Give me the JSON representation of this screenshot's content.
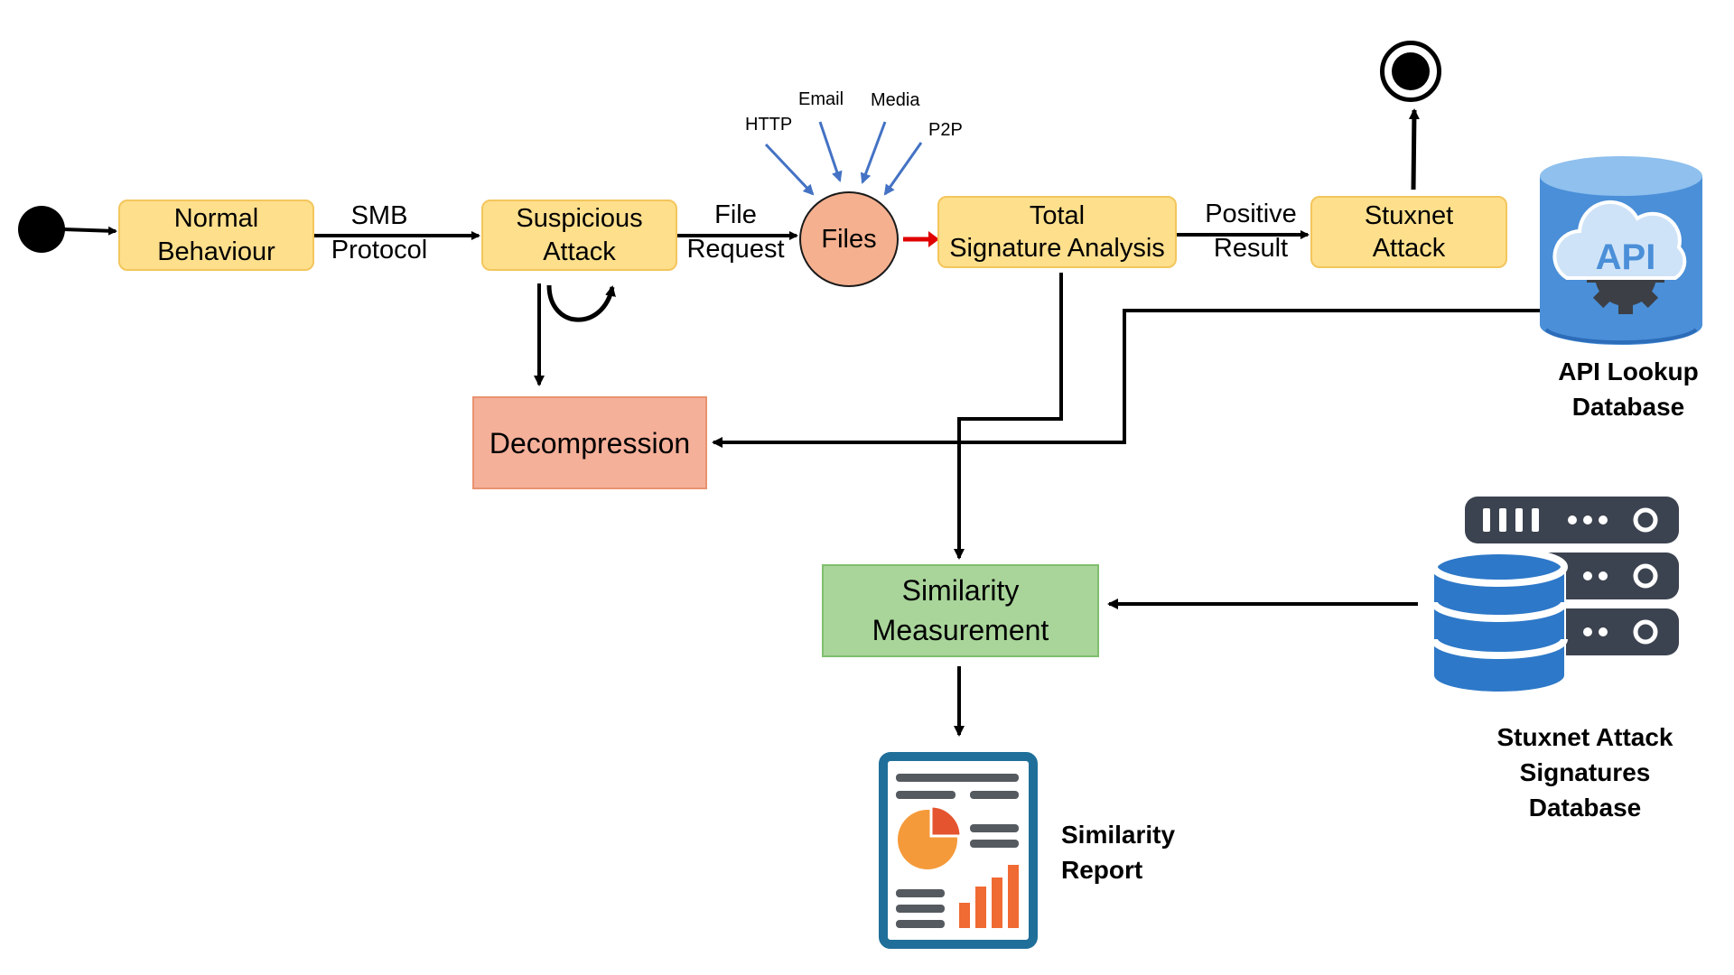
{
  "nodes": {
    "normal_behaviour": [
      "Normal",
      "Behaviour"
    ],
    "suspicious_attack": [
      "Suspicious",
      "Attack"
    ],
    "files": "Files",
    "total_signature_analysis": [
      "Total",
      "Signature Analysis"
    ],
    "stuxnet_attack": [
      "Stuxnet",
      "Attack"
    ],
    "decompression": "Decompression",
    "similarity_measurement": [
      "Similarity",
      "Measurement"
    ]
  },
  "edge_labels": {
    "smb_protocol": [
      "SMB",
      "Protocol"
    ],
    "file_request": [
      "File",
      "Request"
    ],
    "positive_result": [
      "Positive",
      "Result"
    ]
  },
  "file_sources": {
    "http": "HTTP",
    "email": "Email",
    "media": "Media",
    "p2p": "P2P"
  },
  "resources": {
    "api_lookup_database": [
      "API Lookup",
      "Database"
    ],
    "api_icon_text": "API",
    "signatures_database": [
      "Stuxnet Attack",
      "Signatures",
      "Database"
    ],
    "similarity_report": [
      "Similarity",
      "Report"
    ]
  },
  "colors": {
    "state_fill": "#fedf8c",
    "decompression_fill": "#f5b09a",
    "similarity_fill": "#a9d59a",
    "files_fill": "#f5b08f",
    "source_arrow": "#4472c4",
    "highlight_arrow": "#e00000"
  },
  "icons": [
    "start-node-icon",
    "end-node-icon",
    "api-cloud-database-icon",
    "server-database-icon",
    "report-icon"
  ]
}
